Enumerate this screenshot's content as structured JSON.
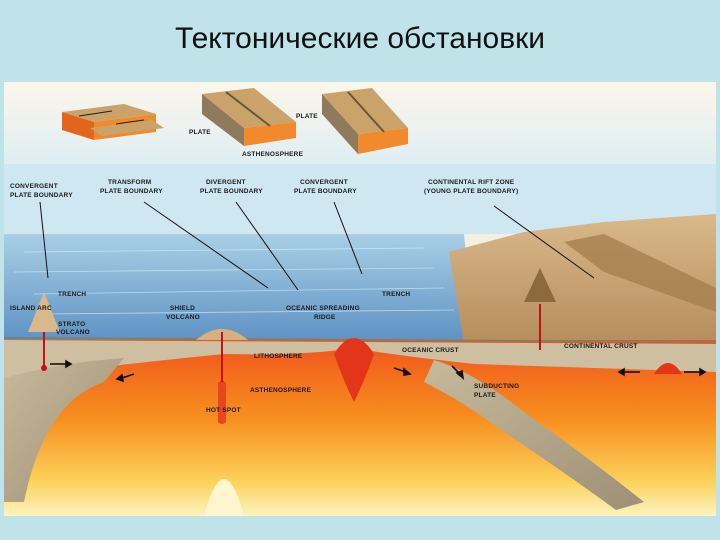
{
  "slide": {
    "title": "Тектонические обстановки"
  },
  "diagram": {
    "block_labels": {
      "plate_top": "PLATE",
      "plate_side": "PLATE",
      "asthenosphere_small": "ASTHENOSPHERE"
    },
    "boundary_labels": {
      "convergent_left_1": "CONVERGENT",
      "convergent_left_2": "PLATE BOUNDARY",
      "transform_1": "TRANSFORM",
      "transform_2": "PLATE BOUNDARY",
      "divergent_1": "DIVERGENT",
      "divergent_2": "PLATE BOUNDARY",
      "convergent_right_1": "CONVERGENT",
      "convergent_right_2": "PLATE BOUNDARY",
      "rift_1": "CONTINENTAL RIFT ZONE",
      "rift_2": "(YOUNG PLATE BOUNDARY)"
    },
    "feature_labels": {
      "trench_left": "TRENCH",
      "island_arc": "ISLAND ARC",
      "strato_1": "STRATO",
      "strato_2": "VOLCANO",
      "shield_1": "SHIELD",
      "shield_2": "VOLCANO",
      "ridge_1": "OCEANIC SPREADING",
      "ridge_2": "RIDGE",
      "trench_right": "TRENCH",
      "oceanic_crust": "OCEANIC CRUST",
      "continental_crust": "CONTINENTAL CRUST",
      "lithosphere": "LITHOSPHERE",
      "asthenosphere": "ASTHENOSPHERE",
      "hot_spot": "HOT SPOT",
      "subducting_1": "SUBDUCTING",
      "subducting_2": "PLATE"
    }
  }
}
